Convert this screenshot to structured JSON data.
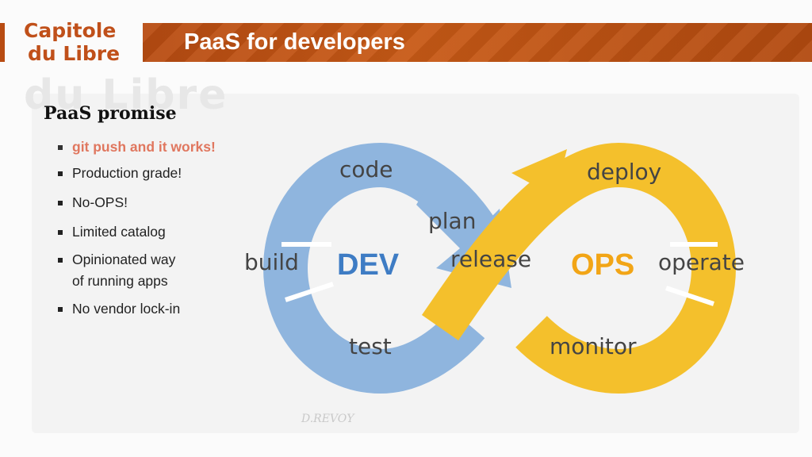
{
  "header": {
    "title": "PaaS for developers",
    "logo_line1": "Capitole",
    "logo_line2": "du Libre"
  },
  "content": {
    "heading": "PaaS promise",
    "bullets": [
      {
        "text": "git push and it works!",
        "highlight": true
      },
      {
        "text": "Production grade!",
        "highlight": false
      },
      {
        "text": "No-OPS!",
        "highlight": false
      },
      {
        "text": "Limited catalog",
        "highlight": false
      },
      {
        "line1": "Opinionated way",
        "line2": "of running apps",
        "highlight": false
      },
      {
        "text": "No vendor lock-in",
        "highlight": false
      }
    ]
  },
  "diagram": {
    "dev_label": "DEV",
    "ops_label": "OPS",
    "steps": {
      "code": "code",
      "build": "build",
      "test": "test",
      "plan": "plan",
      "release": "release",
      "deploy": "deploy",
      "operate": "operate",
      "monitor": "monitor"
    },
    "colors": {
      "dev_loop": "#8fb5de",
      "ops_loop": "#f4c02c",
      "dev_text": "#3e7cc4",
      "ops_text": "#f2a516",
      "step_text": "#444444",
      "highlight_bullet": "#e0775f",
      "header_bar": "#b84c12"
    }
  },
  "background": {
    "watermark": "du Libre",
    "signature": "D.REVOY"
  }
}
